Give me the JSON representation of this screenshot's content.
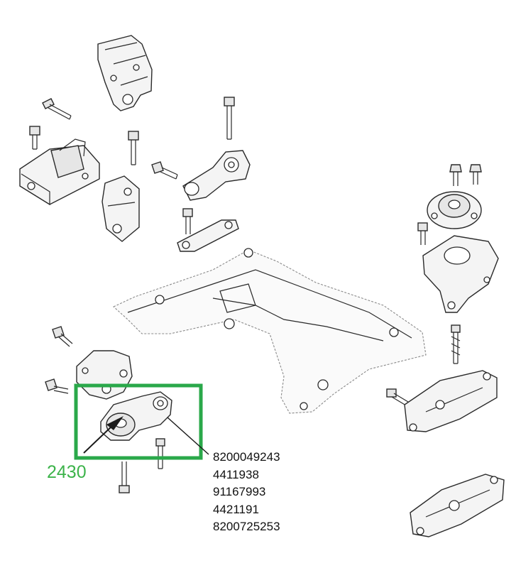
{
  "callout": {
    "reference": "2430",
    "reference_color": "#3cb34a",
    "highlight_color": "#2aa84a"
  },
  "part_numbers": [
    "8200049243",
    "4411938",
    "91167993",
    "4421191",
    "8200725253"
  ]
}
